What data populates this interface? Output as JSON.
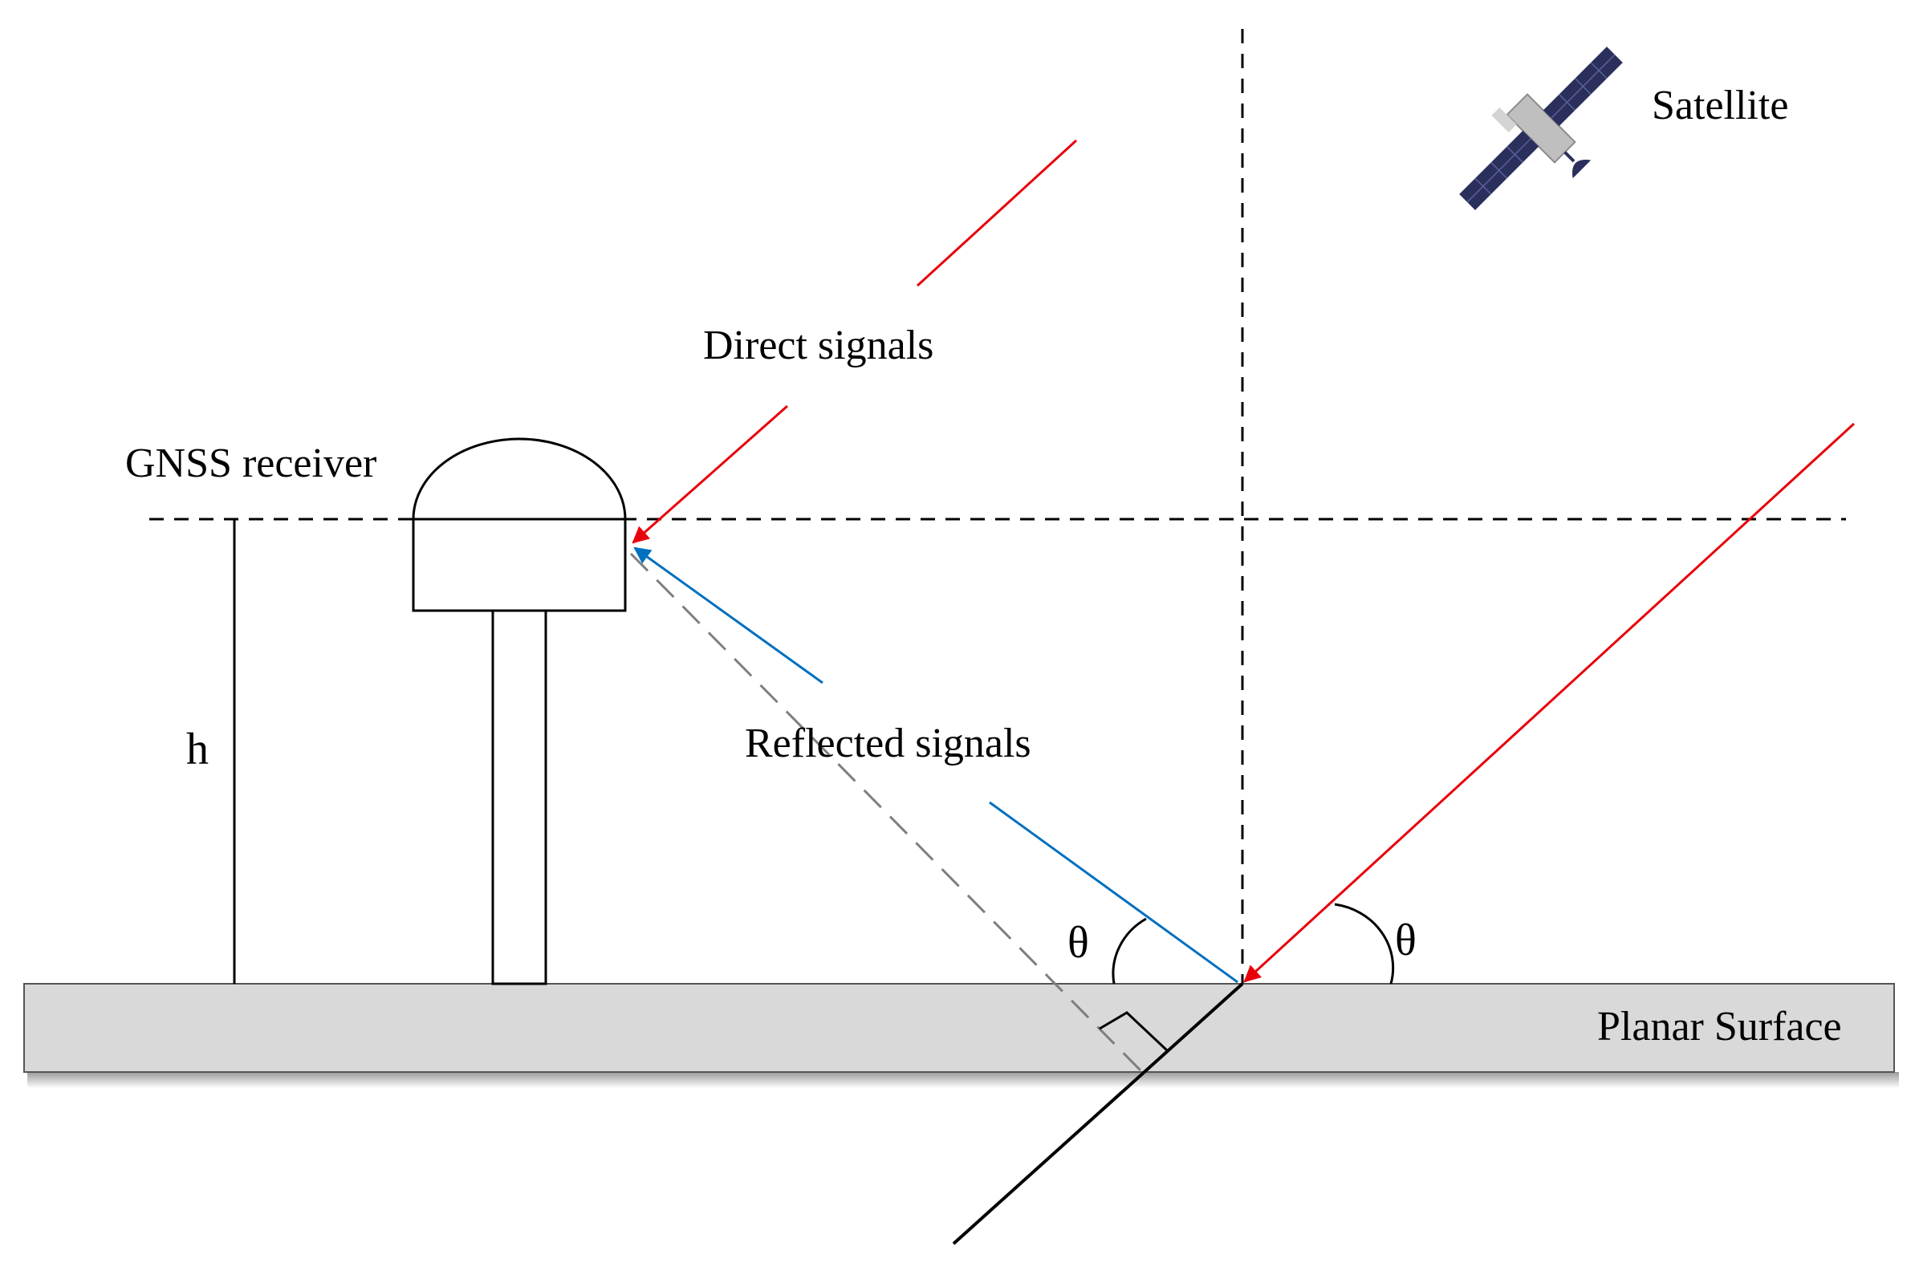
{
  "labels": {
    "satellite": "Satellite",
    "direct_signals": "Direct signals",
    "gnss_receiver": "GNSS receiver",
    "reflected_signals": "Reflected signals",
    "height": "h",
    "angle_left": "θ",
    "angle_right": "θ",
    "planar_surface": "Planar Surface"
  },
  "colors": {
    "direct_signal": "#e8000b",
    "reflected_signal": "#0070c0",
    "surface_fill": "#d9d9d9",
    "satellite_panel": "#2b2f5c",
    "satellite_body": "#bfbfbf",
    "line": "#000000",
    "path_difference": "#7f7f7f"
  },
  "icons": [
    "satellite-icon",
    "gnss-antenna-icon"
  ]
}
